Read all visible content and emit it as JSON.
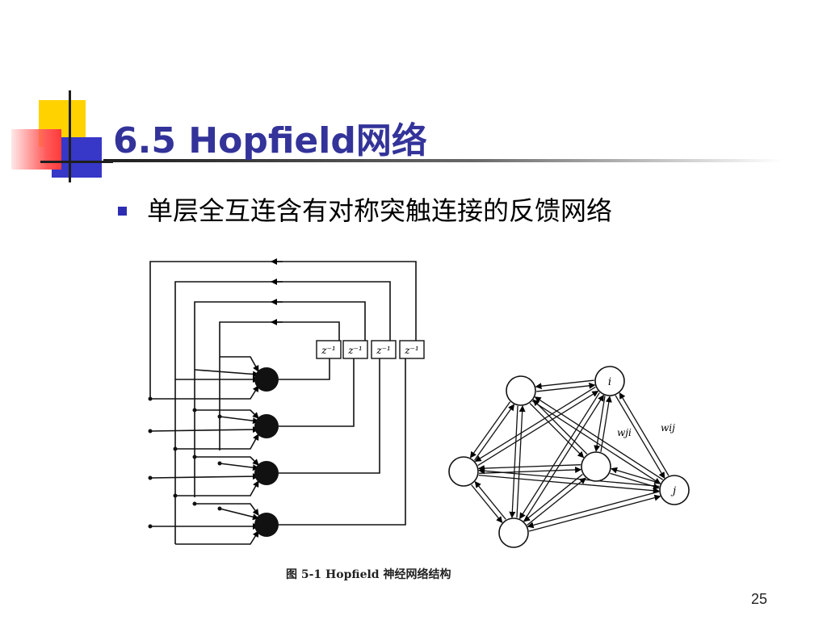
{
  "slide": {
    "title": "6.5  Hopfield网络",
    "bullet": "单层全互连含有对称突触连接的反馈网络",
    "number": "25"
  },
  "figure": {
    "delay_label": "z⁻¹",
    "weight_ji": "wji",
    "weight_ij": "wij",
    "node_i": "i",
    "node_j": "j",
    "caption": "图 5-1    Hopfield 神经网络结构"
  }
}
